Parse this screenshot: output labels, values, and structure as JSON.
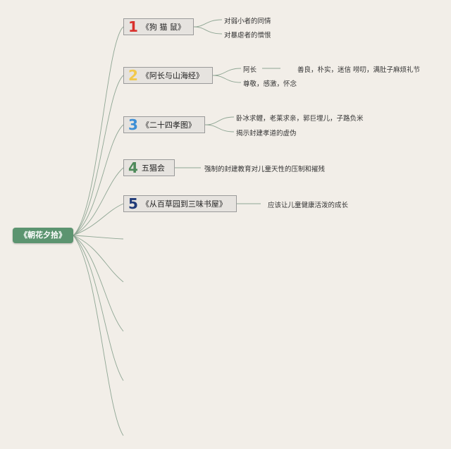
{
  "root": {
    "label": "《朝花夕拾》"
  },
  "branches": [
    {
      "num": "1",
      "num_color": "#d9302c",
      "title": "《狗 猫 鼠》",
      "leaves": [
        "对弱小者的同情",
        "对暴虐者的憎恨"
      ]
    },
    {
      "num": "2",
      "num_color": "#f2c94c",
      "title": "《阿长与山海经》",
      "leaves": [
        "阿长",
        "善良，朴实，迷信 唠叨，满肚子麻烦礼节",
        "尊敬，感激，怀念"
      ]
    },
    {
      "num": "3",
      "num_color": "#3d8fd6",
      "title": "《二十四孝图》",
      "leaves": [
        "卧冰求鲤，老莱求亲，郭巨埋儿，子路负米",
        "揭示封建孝道的虚伪"
      ]
    },
    {
      "num": "4",
      "num_color": "#4e8a5a",
      "title": "五猖会",
      "leaves": [
        "强制的封建教育对儿童天性的压制和摧残"
      ]
    },
    {
      "num": "5",
      "num_color": "#1f3a78",
      "title": "《从百草园到三味书屋》",
      "leaves": [
        "应该让儿童健康活泼的成长"
      ]
    }
  ]
}
